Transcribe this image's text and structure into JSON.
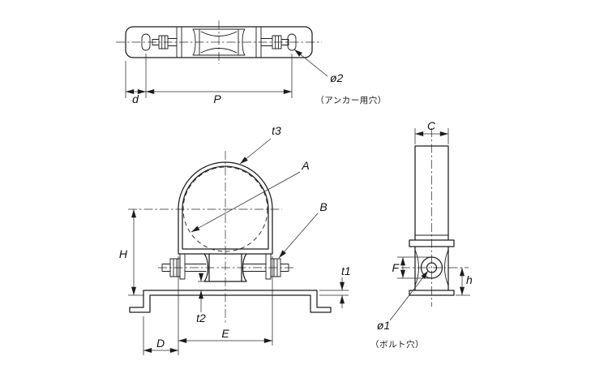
{
  "labels": {
    "d": "d",
    "P": "P",
    "phi2": "ø2",
    "phi2_note": "（アンカー用穴）",
    "t3": "t3",
    "A": "A",
    "B": "B",
    "H": "H",
    "t1": "t1",
    "t2": "t2",
    "D": "D",
    "E": "E",
    "C": "C",
    "F": "F",
    "h": "h",
    "phi1": "ø1",
    "phi1_note": "（ボルト穴）"
  }
}
